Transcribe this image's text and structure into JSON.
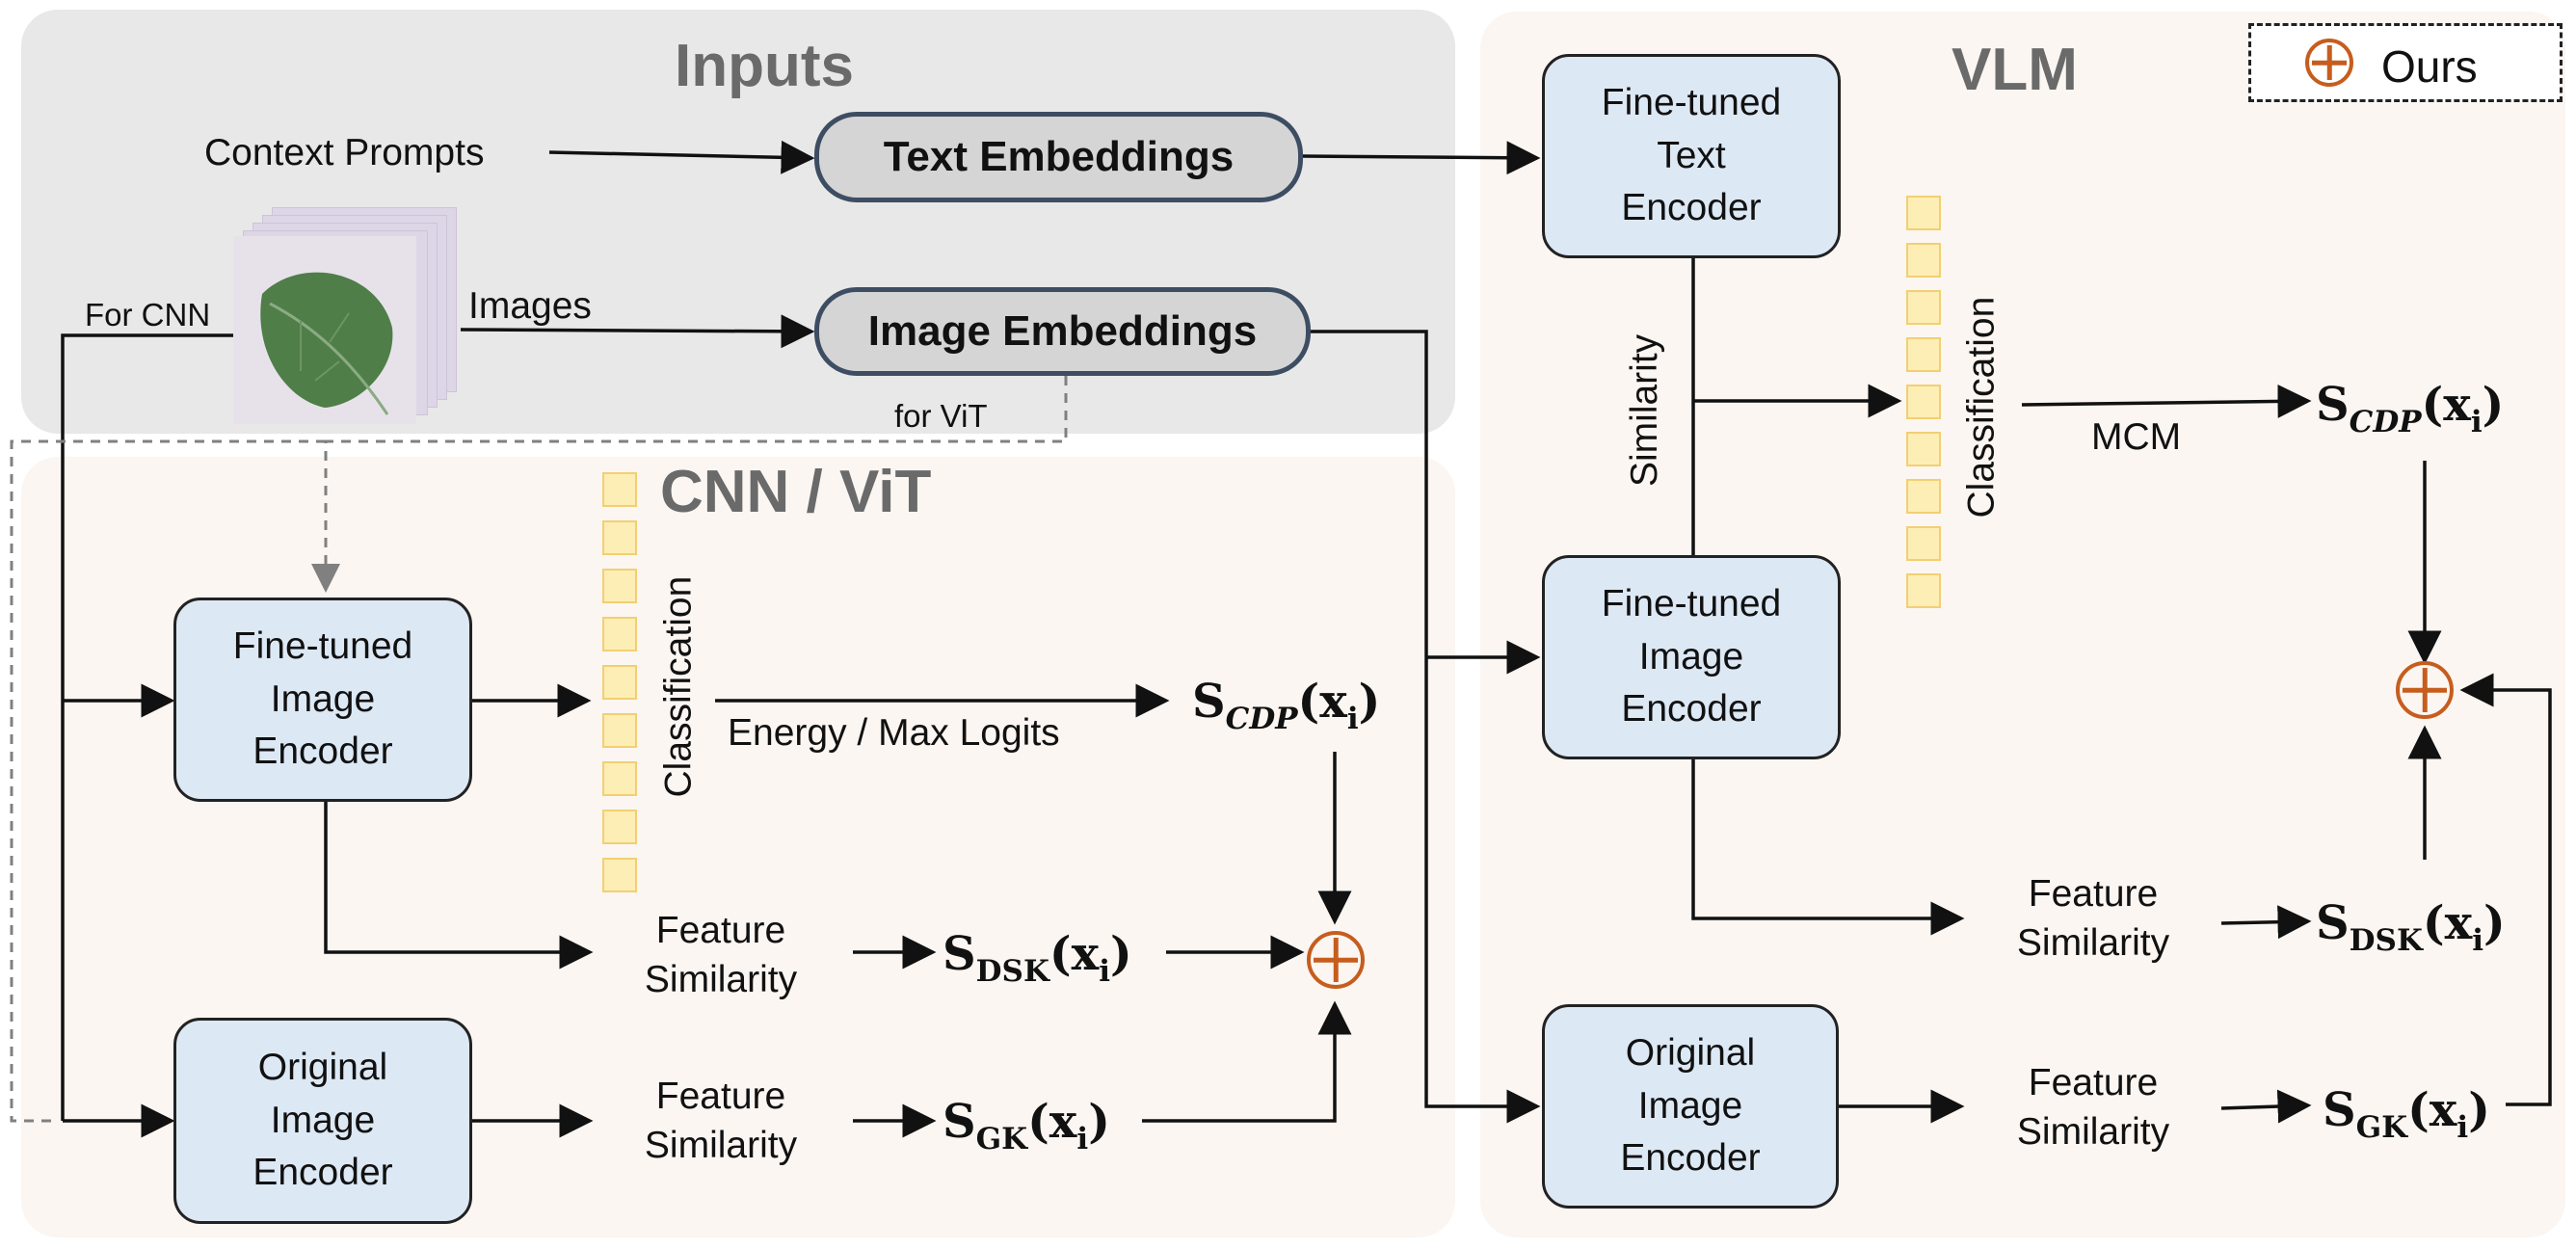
{
  "sections": {
    "inputs": "Inputs",
    "cnn_vit": "CNN / ViT",
    "vlm": "VLM"
  },
  "legend": {
    "label": "Ours",
    "icon": "oplus-icon",
    "color": "#c65d1e"
  },
  "inputs": {
    "context_prompts": "Context Prompts",
    "text_embeddings": "Text Embeddings",
    "images": "Images",
    "image_embeddings": "Image Embeddings",
    "for_cnn": "For CNN",
    "for_vit": "for ViT"
  },
  "cnn": {
    "fine_tuned_encoder": "Fine-tuned\nImage\nEncoder",
    "original_encoder": "Original\nImage\nEncoder",
    "classification": "Classification",
    "energy_label": "Energy / Max Logits",
    "feature_similarity_1": "Feature\nSimilarity",
    "feature_similarity_2": "Feature\nSimilarity",
    "score_cdp": {
      "base": "S",
      "sub": "CDP",
      "arg": "(x",
      "arg_sub": "i",
      "close": ")"
    },
    "score_dsk": {
      "base": "S",
      "sub": "DSK",
      "arg": "(x",
      "arg_sub": "i",
      "close": ")"
    },
    "score_gk": {
      "base": "S",
      "sub": "GK",
      "arg": "(x",
      "arg_sub": "i",
      "close": ")"
    }
  },
  "vlm": {
    "text_encoder": "Fine-tuned\nText\nEncoder",
    "image_encoder": "Fine-tuned\nImage\nEncoder",
    "original_encoder": "Original\nImage\nEncoder",
    "similarity": "Similarity",
    "classification": "Classification",
    "mcm": "MCM",
    "feature_similarity_1": "Feature\nSimilarity",
    "feature_similarity_2": "Feature\nSimilarity",
    "score_cdp": {
      "base": "S",
      "sub": "CDP",
      "arg": "(x",
      "arg_sub": "i",
      "close": ")"
    },
    "score_dsk": {
      "base": "S",
      "sub": "DSK",
      "arg": "(x",
      "arg_sub": "i",
      "close": ")"
    },
    "score_gk": {
      "base": "S",
      "sub": "GK",
      "arg": "(x",
      "arg_sub": "i",
      "close": ")"
    }
  },
  "colors": {
    "box_fill": "#dde8f5",
    "pill_fill": "#d5d5d5",
    "pill_border": "#3d4d62",
    "cell_fill": "#fdeeb5",
    "cell_border": "#f2cf72",
    "fusion": "#c65d1e",
    "inputs_bg": "#e8e8e8",
    "region_bg": "#fbf6f2"
  }
}
